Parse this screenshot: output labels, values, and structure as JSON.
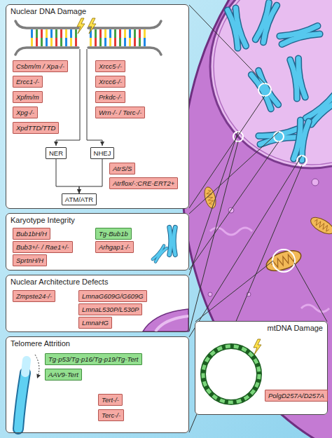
{
  "diagram": {
    "nodes": [
      {
        "text": [
          "Nuclear DNA Damage"
        ]
      },
      {
        "text": [
          "Csbm/m / Xpa-/-"
        ],
        "in": 0
      },
      {
        "text": [
          "Ercc1-/-"
        ],
        "in": 0
      },
      {
        "text": [
          "Xpfm/m"
        ],
        "in": 0
      },
      {
        "text": [
          "Xpg-/-"
        ],
        "in": 0
      },
      {
        "text": [
          "XpdTTD/TTD"
        ],
        "in": 0
      },
      {
        "text": [
          "Xrcc5-/-"
        ],
        "in": 0
      },
      {
        "text": [
          "Xrcc6-/-"
        ],
        "in": 0
      },
      {
        "text": [
          "Prkdc-/-"
        ],
        "in": 0
      },
      {
        "text": [
          "Wrn-/- / Terc-/-"
        ],
        "in": 0
      },
      {
        "text": [
          "NER"
        ],
        "in": 0
      },
      {
        "text": [
          "NHEJ"
        ],
        "in": 0
      },
      {
        "text": [
          "AtrS/S"
        ],
        "in": 0
      },
      {
        "text": [
          "Atrflox/-:CRE-ERT2+"
        ],
        "in": 0
      },
      {
        "text": [
          "ATM/ATR"
        ],
        "in": 0
      },
      {
        "text": [
          "Karyotype Integrity"
        ]
      },
      {
        "text": [
          "Bub1bH/H"
        ],
        "in": 15
      },
      {
        "text": [
          "Tg-Bub1b"
        ],
        "in": 15
      },
      {
        "text": [
          "Bub3+/- / Rae1+/-"
        ],
        "in": 15
      },
      {
        "text": [
          "Arhgap1-/-"
        ],
        "in": 15
      },
      {
        "text": [
          "SprtnH/H"
        ],
        "in": 15
      },
      {
        "text": [
          "Nuclear Architecture Defects"
        ]
      },
      {
        "text": [
          "Zmpste24-/-"
        ],
        "in": 21
      },
      {
        "text": [
          "LmnaG609G/G609G"
        ],
        "in": 21
      },
      {
        "text": [
          "LmnaL530P/L530P"
        ],
        "in": 21
      },
      {
        "text": [
          "LmnaHG"
        ],
        "in": 21
      },
      {
        "text": [
          "Telomere Attrition"
        ]
      },
      {
        "text": [
          "Tg-p53/Tg-p16/Tg-p19/Tg-Tert"
        ],
        "in": 26
      },
      {
        "text": [
          "AAV9-Tert"
        ],
        "in": 26
      },
      {
        "text": [
          "Tert-/-"
        ],
        "in": 26
      },
      {
        "text": [
          "Terc-/-"
        ],
        "in": 26
      },
      {
        "text": [
          "mtDNA Damage"
        ]
      },
      {
        "text": [
          "PolgD257A/D257A"
        ],
        "in": 31
      }
    ],
    "edges": [
      {
        "from": 10,
        "to": 14,
        "arrow": "to"
      },
      {
        "from": 11,
        "to": 14,
        "arrow": "to"
      }
    ]
  }
}
